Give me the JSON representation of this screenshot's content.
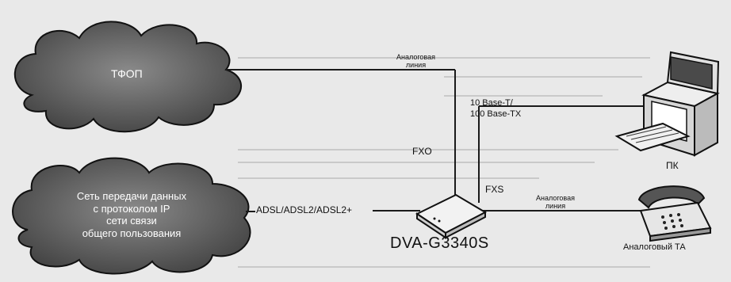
{
  "labels": {
    "cloud_tfop": "ТФОП",
    "cloud_data_network": "Сеть передачи данных\nс протоколом IP\nсети связи\nобщего пользования",
    "analog_line_top": "Аналоговая\nлиния",
    "analog_line_bottom": "Аналоговая\nлиния",
    "ethernet": "10 Base-T/\n100 Base-TX",
    "fxo": "FXO",
    "fxs": "FXS",
    "adsl": "ADSL/ADSL2/ADSL2+",
    "device": "DVA-G3340S",
    "pc": "ПК",
    "analog_phone": "Аналоговый ТА"
  },
  "icons": {
    "pc": "desktop-computer-icon",
    "phone": "telephone-icon",
    "device": "router-icon"
  },
  "colors": {
    "background": "#e9e9e9",
    "cloud_fill": "#666666",
    "line": "#1a1a1a"
  }
}
